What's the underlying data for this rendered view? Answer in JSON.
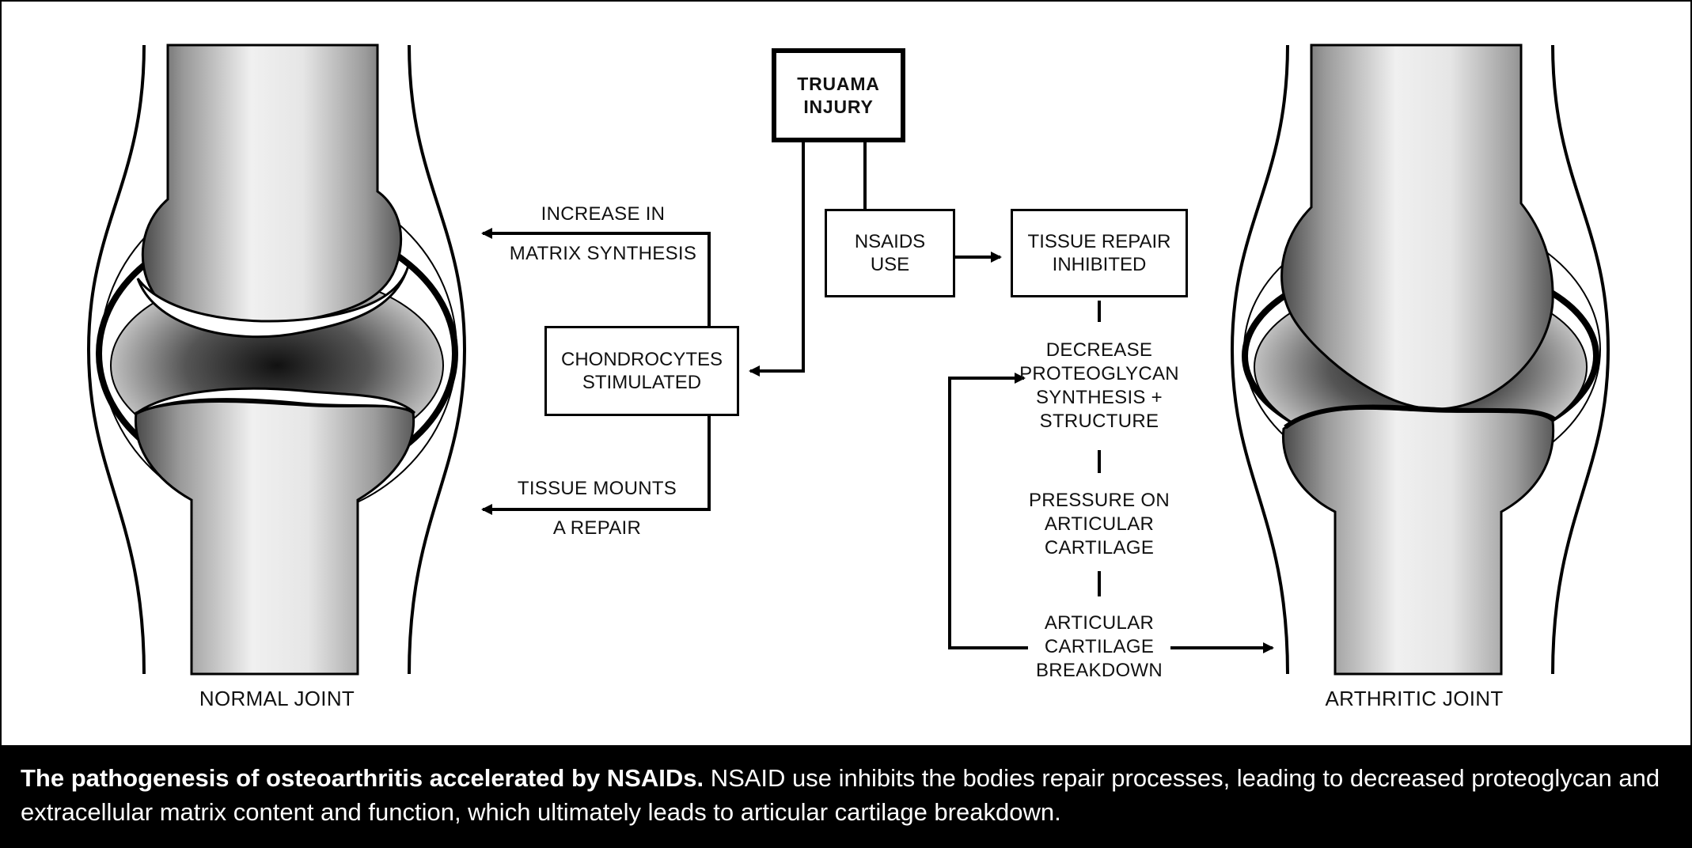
{
  "diagram": {
    "joints": {
      "left_label": "NORMAL JOINT",
      "right_label": "ARTHRITIC JOINT"
    },
    "nodes": {
      "trauma": "TRUAMA\nINJURY",
      "nsaids": "NSAIDS\nUSE",
      "tissue_repair": "TISSUE REPAIR\nINHIBITED",
      "chondrocytes": "CHONDROCYTES\nSTIMULATED",
      "decrease": "DECREASE\nPROTEOGLYCAN\nSYNTHESIS +\nSTRUCTURE",
      "pressure": "PRESSURE ON\nARTICULAR\nCARTILAGE",
      "breakdown": "ARTICULAR\nCARTILAGE\nBREAKDOWN"
    },
    "arrow_labels": {
      "increase_top": "INCREASE IN",
      "increase_bottom": "MATRIX SYNTHESIS",
      "tissue_top": "TISSUE MOUNTS",
      "tissue_bottom": "A REPAIR"
    }
  },
  "caption": {
    "bold": "The pathogenesis of osteoarthritis accelerated by NSAIDs.",
    "text": " NSAID use inhibits the bodies repair processes, leading to decreased proteoglycan and extracellular matrix content and function, which ultimately leads to articular cartilage breakdown."
  },
  "colors": {
    "ink": "#000000",
    "background": "#ffffff",
    "caption_bg": "#000000",
    "caption_text": "#ffffff"
  }
}
